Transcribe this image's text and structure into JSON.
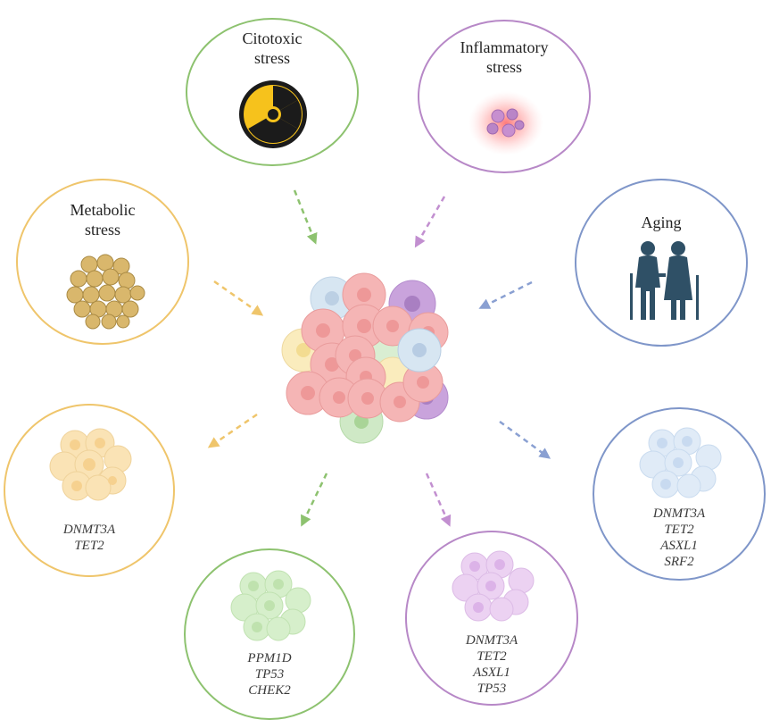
{
  "stresses": {
    "citotoxic": {
      "line1": "Citotoxic",
      "line2": "stress",
      "icon": "radiation-icon",
      "color": "#8dc26f"
    },
    "inflammatory": {
      "line1": "Inflammatory",
      "line2": "stress",
      "icon": "inflamed-cells-icon",
      "color": "#b788c7"
    },
    "metabolic": {
      "line1": "Metabolic",
      "line2": "stress",
      "icon": "fat-cells-icon",
      "color": "#efc56b"
    },
    "aging": {
      "line1": "Aging",
      "icon": "elderly-couple-icon",
      "color": "#7f96c9"
    }
  },
  "clones": {
    "metabolic": {
      "genes": [
        "DNMT3A",
        "TET2"
      ],
      "color": "#efc56b"
    },
    "citotoxic": {
      "genes": [
        "PPM1D",
        "TP53",
        "CHEK2"
      ],
      "color": "#8dc26f"
    },
    "inflammatory": {
      "genes": [
        "DNMT3A",
        "TET2",
        "ASXL1",
        "TP53"
      ],
      "color": "#b788c7"
    },
    "aging": {
      "genes": [
        "DNMT3A",
        "TET2",
        "ASXL1",
        "SRF2"
      ],
      "color": "#7f96c9"
    }
  },
  "center": {
    "icon": "hematopoietic-cell-cluster-icon"
  }
}
